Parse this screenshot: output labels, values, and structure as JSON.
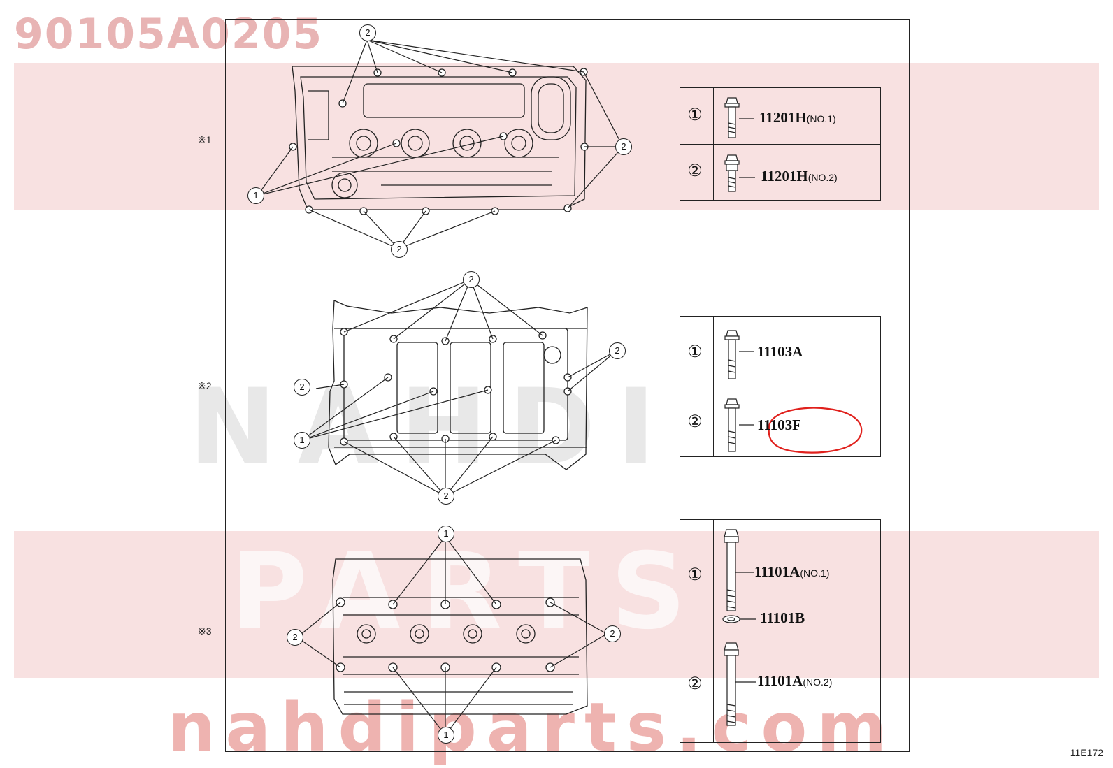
{
  "watermark": {
    "part_number": "90105A0205",
    "brand_top": "NAHDI",
    "brand_bottom": "PARTS",
    "website": "nahdiparts.com"
  },
  "sections": [
    {
      "label": "※1",
      "parts": [
        {
          "callout": "①",
          "number": "11201H",
          "variant": "(NO.1)"
        },
        {
          "callout": "②",
          "number": "11201H",
          "variant": "(NO.2)"
        }
      ]
    },
    {
      "label": "※2",
      "parts": [
        {
          "callout": "①",
          "number": "11103A",
          "variant": ""
        },
        {
          "callout": "②",
          "number": "11103F",
          "variant": ""
        }
      ]
    },
    {
      "label": "※3",
      "parts": [
        {
          "callout": "①",
          "number": "11101A",
          "variant": "(NO.1)",
          "extra_number": "11101B"
        },
        {
          "callout": "②",
          "number": "11101A",
          "variant": "(NO.2)"
        }
      ]
    }
  ],
  "diagram_callouts": {
    "one": "①",
    "two": "②",
    "one_plain": "1",
    "two_plain": "2"
  },
  "highlight": {
    "part": "11103F",
    "color": "#e0201c"
  },
  "illustration_code": "11E172"
}
